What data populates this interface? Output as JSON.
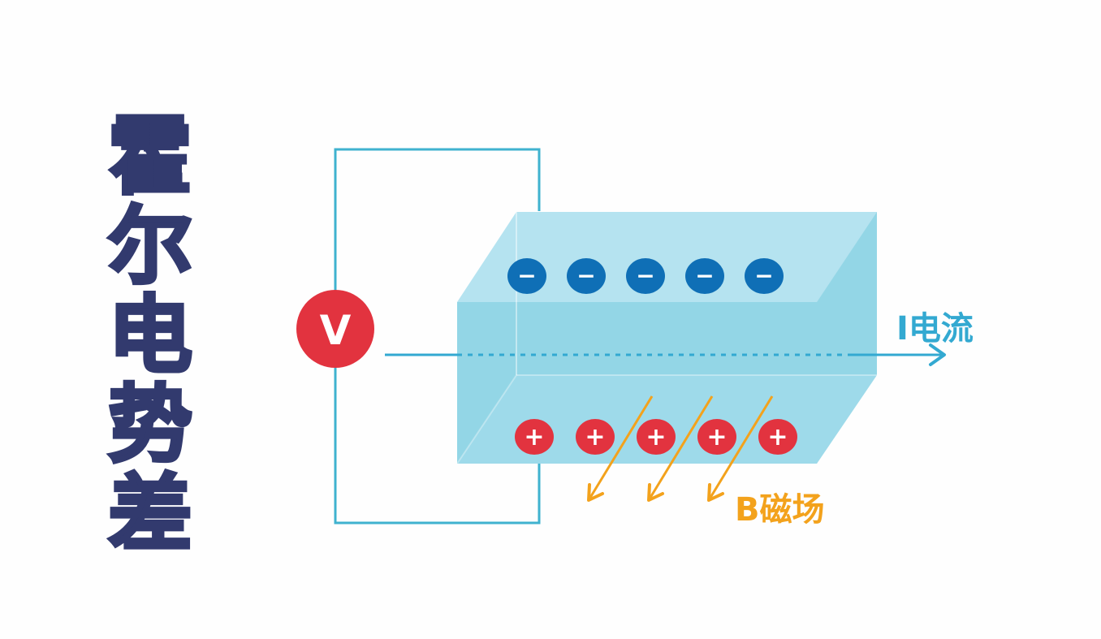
{
  "title": {
    "chars": [
      "霍",
      "尔",
      "电",
      "势",
      "差"
    ]
  },
  "voltmeter": {
    "label": "V"
  },
  "current": {
    "label": "I电流"
  },
  "magnetic_field": {
    "label": "B磁场"
  },
  "charges": {
    "negative_symbol": "−",
    "positive_symbol": "+",
    "negative_count": 5,
    "positive_count": 5
  },
  "colors": {
    "title": "#323a6e",
    "wire": "#3fb2cf",
    "voltmeter": "#e2333f",
    "block_front": "#93d6e6",
    "block_top": "#b5e3f0",
    "negative_charge": "#0f6fb6",
    "positive_charge": "#e2333f",
    "current": "#33a9d1",
    "field": "#f3a21c"
  }
}
